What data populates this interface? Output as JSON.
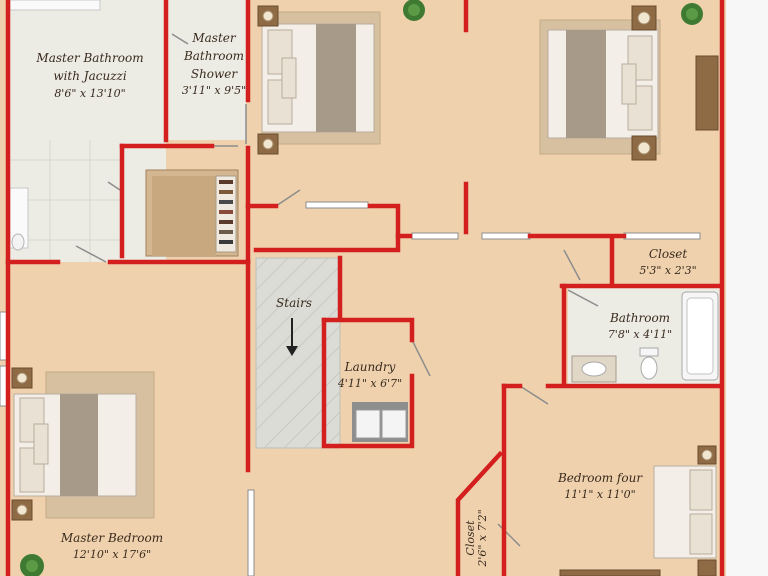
{
  "rooms": {
    "master_bath": {
      "name_line1": "Master Bathroom",
      "name_line2": "with Jacuzzi",
      "dims": "8'6\" x 13'10\""
    },
    "master_shower": {
      "name_line1": "Master",
      "name_line2": "Bathroom",
      "name_line3": "Shower",
      "dims": "3'11\" x 9'5\""
    },
    "closet_top": {
      "name": "Closet",
      "dims": "5'3\" x 2'3\""
    },
    "bathroom": {
      "name": "Bathroom",
      "dims": "7'8\" x 4'11\""
    },
    "stairs": {
      "name": "Stairs"
    },
    "laundry": {
      "name": "Laundry",
      "dims": "4'11\" x 6'7\""
    },
    "master_bedroom": {
      "name": "Master Bedroom",
      "dims": "12'10\" x 17'6\""
    },
    "bedroom_four": {
      "name": "Bedroom four",
      "dims": "11'1\" x 11'0\""
    },
    "closet_side": {
      "name": "Closet",
      "dims": "2'6\" x 7'2\""
    }
  },
  "colors": {
    "wall": "#d41f1f",
    "wood_floor": "#efd2ad",
    "tile_floor": "#ecebe4",
    "stair_floor": "#dcdcd6"
  },
  "icons": [
    "bed-icon",
    "plant-icon",
    "toilet-icon",
    "sink-icon",
    "bathtub-icon",
    "washer-icon",
    "dryer-icon",
    "arrow-down-icon"
  ]
}
